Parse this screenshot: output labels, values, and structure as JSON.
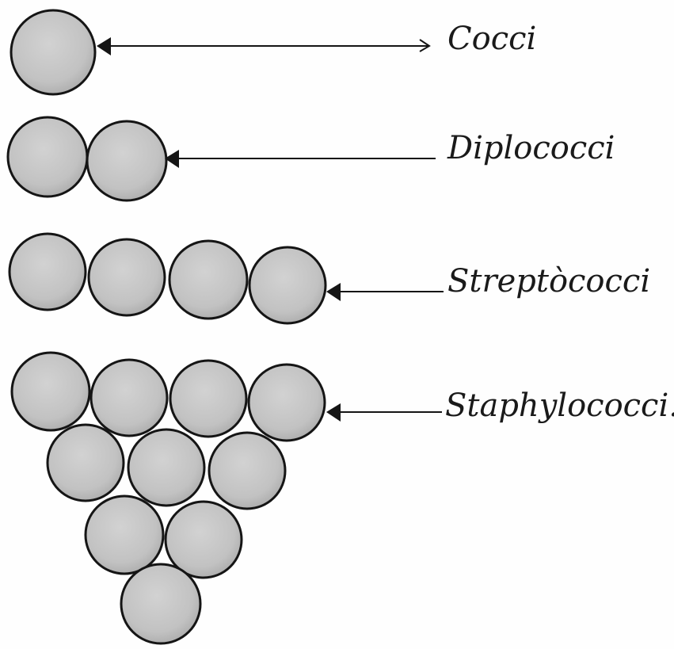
{
  "diagram": {
    "labels": {
      "cocci": "Cocci",
      "diplococci": "Diplococci",
      "streptococci": "Streptòcocci",
      "staphylococci": "Staphylococci."
    },
    "colors": {
      "cell_fill": "#c9c9c9",
      "cell_shade": "#a8a8a8",
      "outline": "#151515",
      "background": "#fefefe"
    }
  }
}
